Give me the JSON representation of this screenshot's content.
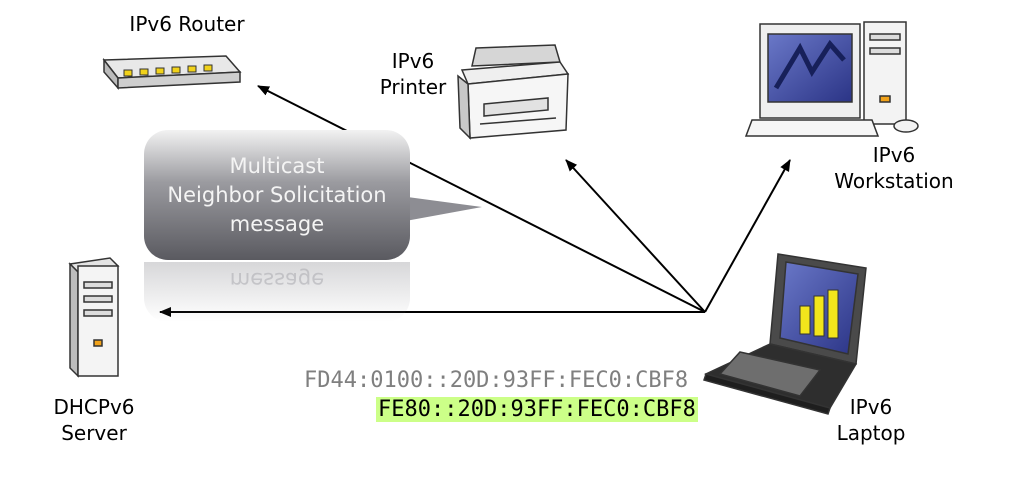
{
  "devices": {
    "router": {
      "label": "IPv6 Router"
    },
    "printer": {
      "label_line1": "IPv6",
      "label_line2": "Printer"
    },
    "workstation": {
      "label_line1": "IPv6",
      "label_line2": "Workstation"
    },
    "laptop": {
      "label_line1": "IPv6",
      "label_line2": "Laptop"
    },
    "server": {
      "label_line1": "DHCPv6",
      "label_line2": "Server"
    }
  },
  "callout": {
    "line1": "Multicast",
    "line2": "Neighbor Solicitation",
    "line3": "message",
    "reflection": "message"
  },
  "addresses": {
    "global": "FD44:0100::20D:93FF:FEC0:CBF8",
    "link_local": "FE80::20D:93FF:FEC0:CBF8"
  },
  "colors": {
    "link_local_highlight": "#ccff88",
    "global_address_text": "#7f7f7f",
    "arrow": "#000000"
  }
}
